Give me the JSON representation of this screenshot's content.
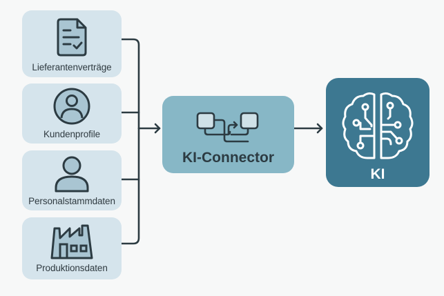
{
  "sources": [
    {
      "label": "Lieferantenverträge",
      "icon": "document-check-icon"
    },
    {
      "label": "Kundenprofile",
      "icon": "user-circle-icon"
    },
    {
      "label": "Personalstammdaten",
      "icon": "person-icon"
    },
    {
      "label": "Produktionsdaten",
      "icon": "factory-icon"
    }
  ],
  "connector": {
    "label": "KI-Connector",
    "icon": "data-transfer-icon"
  },
  "target": {
    "label": "KI",
    "icon": "brain-circuit-icon"
  },
  "colors": {
    "source_bg": "#d5e4ec",
    "connector_bg": "#87b7c6",
    "target_bg": "#3d7891",
    "line": "#2c3b42",
    "icon_fill": "#a9c5d2"
  }
}
